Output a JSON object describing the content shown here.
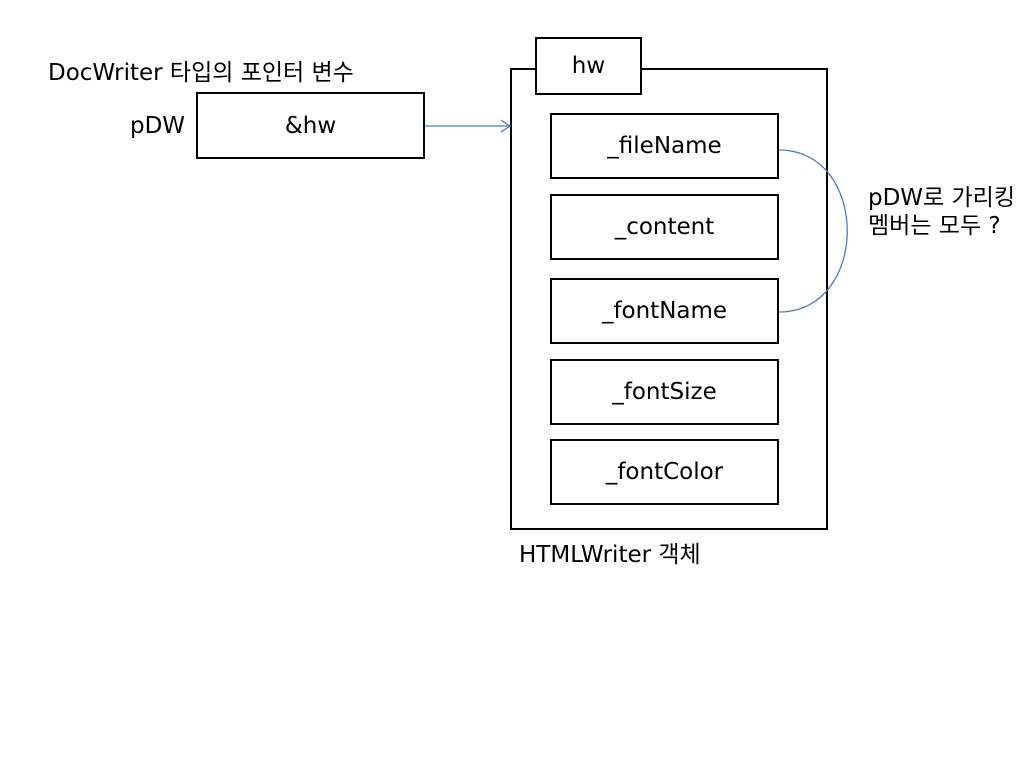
{
  "colors": {
    "connector": "#4a7ebb",
    "stroke": "#000000",
    "background": "#ffffff"
  },
  "pointer_var": {
    "type_label": "DocWriter 타입의 포인터 변수",
    "name": "pDW",
    "value": "&hw"
  },
  "object": {
    "name": "hw",
    "caption": "HTMLWriter 객체",
    "members": [
      "_fileName",
      "_content",
      "_fontName",
      "_fontSize",
      "_fontColor"
    ]
  },
  "note": {
    "line1": "pDW로 가리킹",
    "line2": "멤버는 모두 ?"
  }
}
